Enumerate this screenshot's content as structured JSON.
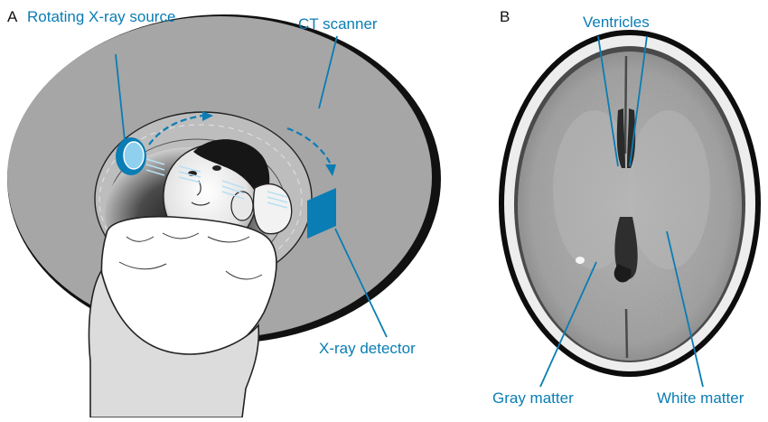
{
  "panel_a": {
    "letter": "A",
    "labels": {
      "source": "Rotating X-ray source",
      "scanner": "CT scanner",
      "detector": "X-ray detector"
    }
  },
  "panel_b": {
    "letter": "B",
    "labels": {
      "ventricles": "Ventricles",
      "gray_matter": "Gray matter",
      "white_matter": "White matter"
    }
  },
  "colors": {
    "label_blue": "#0a7db4",
    "scanner_gray": "#a6a6a6",
    "bone_white": "#efefef",
    "brain_gray": "#9a9a9a"
  }
}
